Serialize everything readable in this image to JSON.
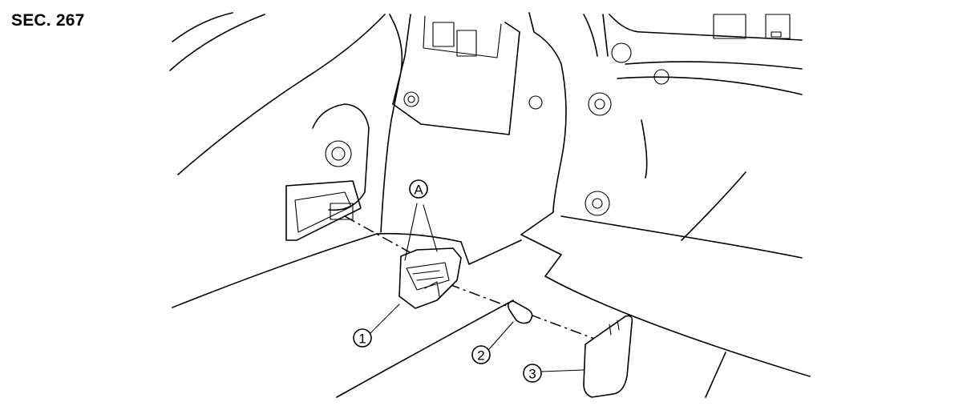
{
  "section": {
    "label": "SEC. 267"
  },
  "callouts": {
    "part_1": "1",
    "part_2": "2",
    "part_3": "3",
    "point_a": "A"
  }
}
